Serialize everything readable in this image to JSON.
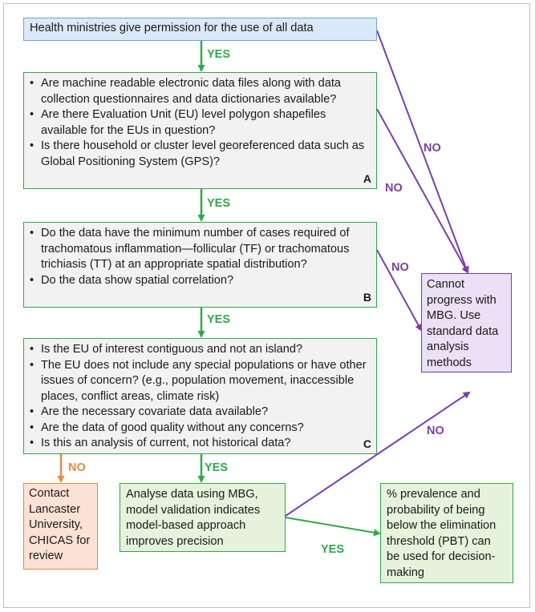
{
  "start": {
    "text": "Health ministries give permission for the use of all data"
  },
  "box_a": {
    "tag": "A",
    "items": [
      "Are machine readable electronic data files along with data collection questionnaires and data dictionaries available?",
      "Are there Evaluation Unit (EU) level polygon shapefiles available for the EUs in question?",
      "Is there household or cluster level georeferenced data such as Global Positioning System (GPS)?"
    ]
  },
  "box_b": {
    "tag": "B",
    "items": [
      "Do the data have the minimum number of cases required of trachomatous inflammation—follicular (TF)  or trachomatous trichiasis (TT)  at an appropriate spatial distribution?",
      "Do the data show spatial correlation?"
    ]
  },
  "box_c": {
    "tag": "C",
    "items": [
      "Is the EU of interest contiguous and not an island?",
      "The EU does not include any special populations or have other issues of concern? (e.g., population movement, inaccessible places, conflict areas, climate risk)",
      "Are the necessary covariate data available?",
      "Are the data of good quality without any concerns?",
      "Is this an analysis of current, not historical data?"
    ]
  },
  "cannot": {
    "text": "Cannot progress with MBG. Use standard data analysis methods"
  },
  "contact": {
    "text": "Contact Lancaster University, CHICAS for review"
  },
  "analyse": {
    "text": "Analyse data using MBG, model validation indicates model-based approach improves precision"
  },
  "prevalence": {
    "text": "% prevalence and probability of being below the elimination threshold (PBT) can be used for decision-making"
  },
  "labels": {
    "yes1": "YES",
    "yes2": "YES",
    "yes3": "YES",
    "yes4": "YES",
    "yes5": "YES",
    "no1": "NO",
    "no2": "NO",
    "no3": "NO",
    "no4": "NO",
    "no_orange": "NO"
  },
  "colors": {
    "yes_green": "#2ea84a",
    "no_purple": "#7a3fa6",
    "no_orange": "#e58a3c",
    "start_fill": "#dae8f8",
    "question_fill": "#f2f2f2",
    "cannot_fill": "#ebe0f5",
    "contact_fill": "#fbe2d4",
    "result_fill": "#e6f2dc"
  }
}
